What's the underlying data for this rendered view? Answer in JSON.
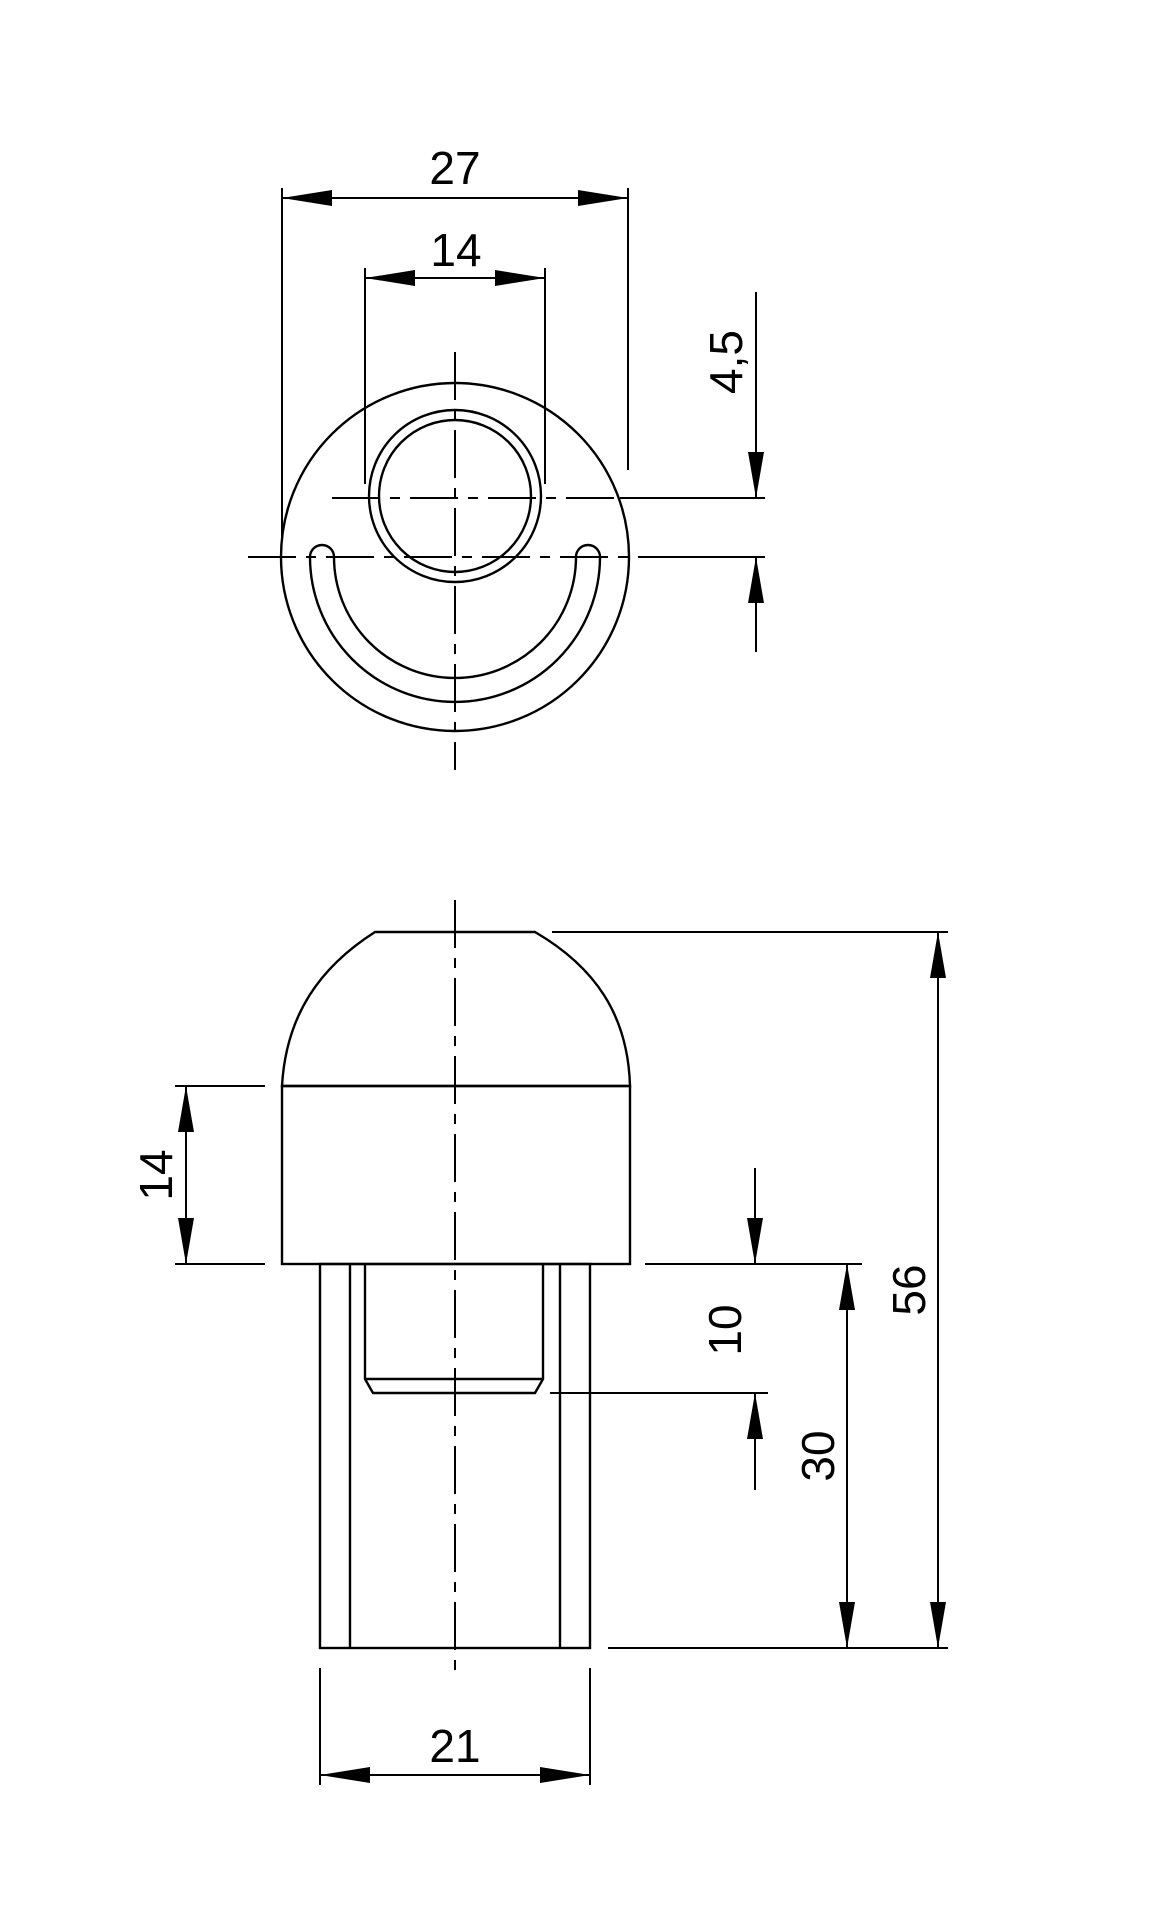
{
  "dimensions": {
    "top_outer_width": "27",
    "top_inner_width": "14",
    "top_offset": "4,5",
    "side_head_height": "14",
    "side_insert_depth": "10",
    "side_stem_length": "30",
    "side_total_height": "56",
    "side_stem_width": "21"
  }
}
